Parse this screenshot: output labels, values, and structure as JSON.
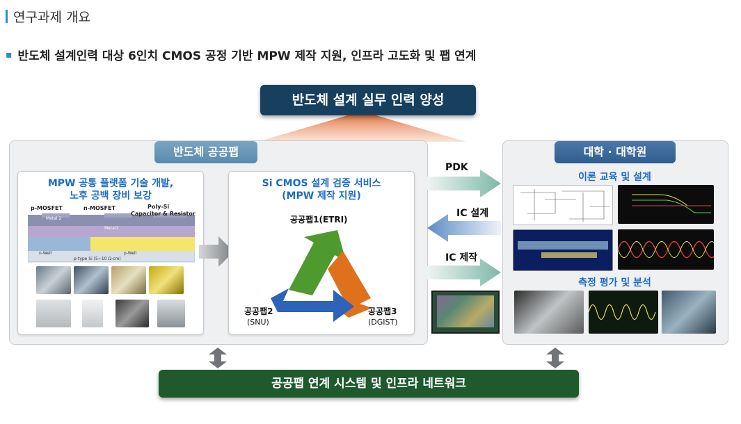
{
  "header": {
    "section_title": "연구과제 개요",
    "subtitle": "반도체 설계인력 대상 6인치 CMOS 공정 기반 MPW 제작 지원, 인프라 고도화 및 팹 연계"
  },
  "top_banner": "반도체 설계 실무 인력 양성",
  "fab": {
    "tag": "반도체 공공팹",
    "left_card": {
      "title_line1": "MPW 공통 플랫폼 기술 개발,",
      "title_line2": "노후 공백 장비 보강",
      "cross_section": {
        "p_mosfet": "p-MOSFET",
        "n_mosfet": "n-MOSFET",
        "poly_si": "Poly-Si",
        "cap_res": "Capacitor & Resistor",
        "metal2": "Metal 2",
        "metal1": "Metal1",
        "n_well": "n-Well",
        "p_well": "p-Well",
        "substrate": "p-type Si (5~10 Ω-cm)"
      }
    },
    "right_card": {
      "title_line1": "Si CMOS 설계 검증 서비스",
      "title_line2": "(MPW 제작 지원)",
      "fab1": "공공팹1(ETRI)",
      "fab2": "공공팹2",
      "fab2_sub": "(SNU)",
      "fab3": "공공팹3",
      "fab3_sub": "(DGIST)"
    }
  },
  "flows": {
    "pdk": "PDK",
    "ic_design": "IC 설계",
    "ic_fab": "IC 제작"
  },
  "university": {
    "tag": "대학 · 대학원",
    "theory": "이론 교육 및 설계",
    "measure": "측정 평가 및 분석"
  },
  "bottom_banner": "공공팹 연계 시스템 및 인프라 네트워크",
  "colors": {
    "navy": "#17405f",
    "green_bar": "#1e5a2c",
    "accent_blue": "#1d6bc4",
    "cycle_green": "#4f9a2e",
    "cycle_orange": "#e0711c",
    "cycle_blue": "#2d63b8"
  }
}
